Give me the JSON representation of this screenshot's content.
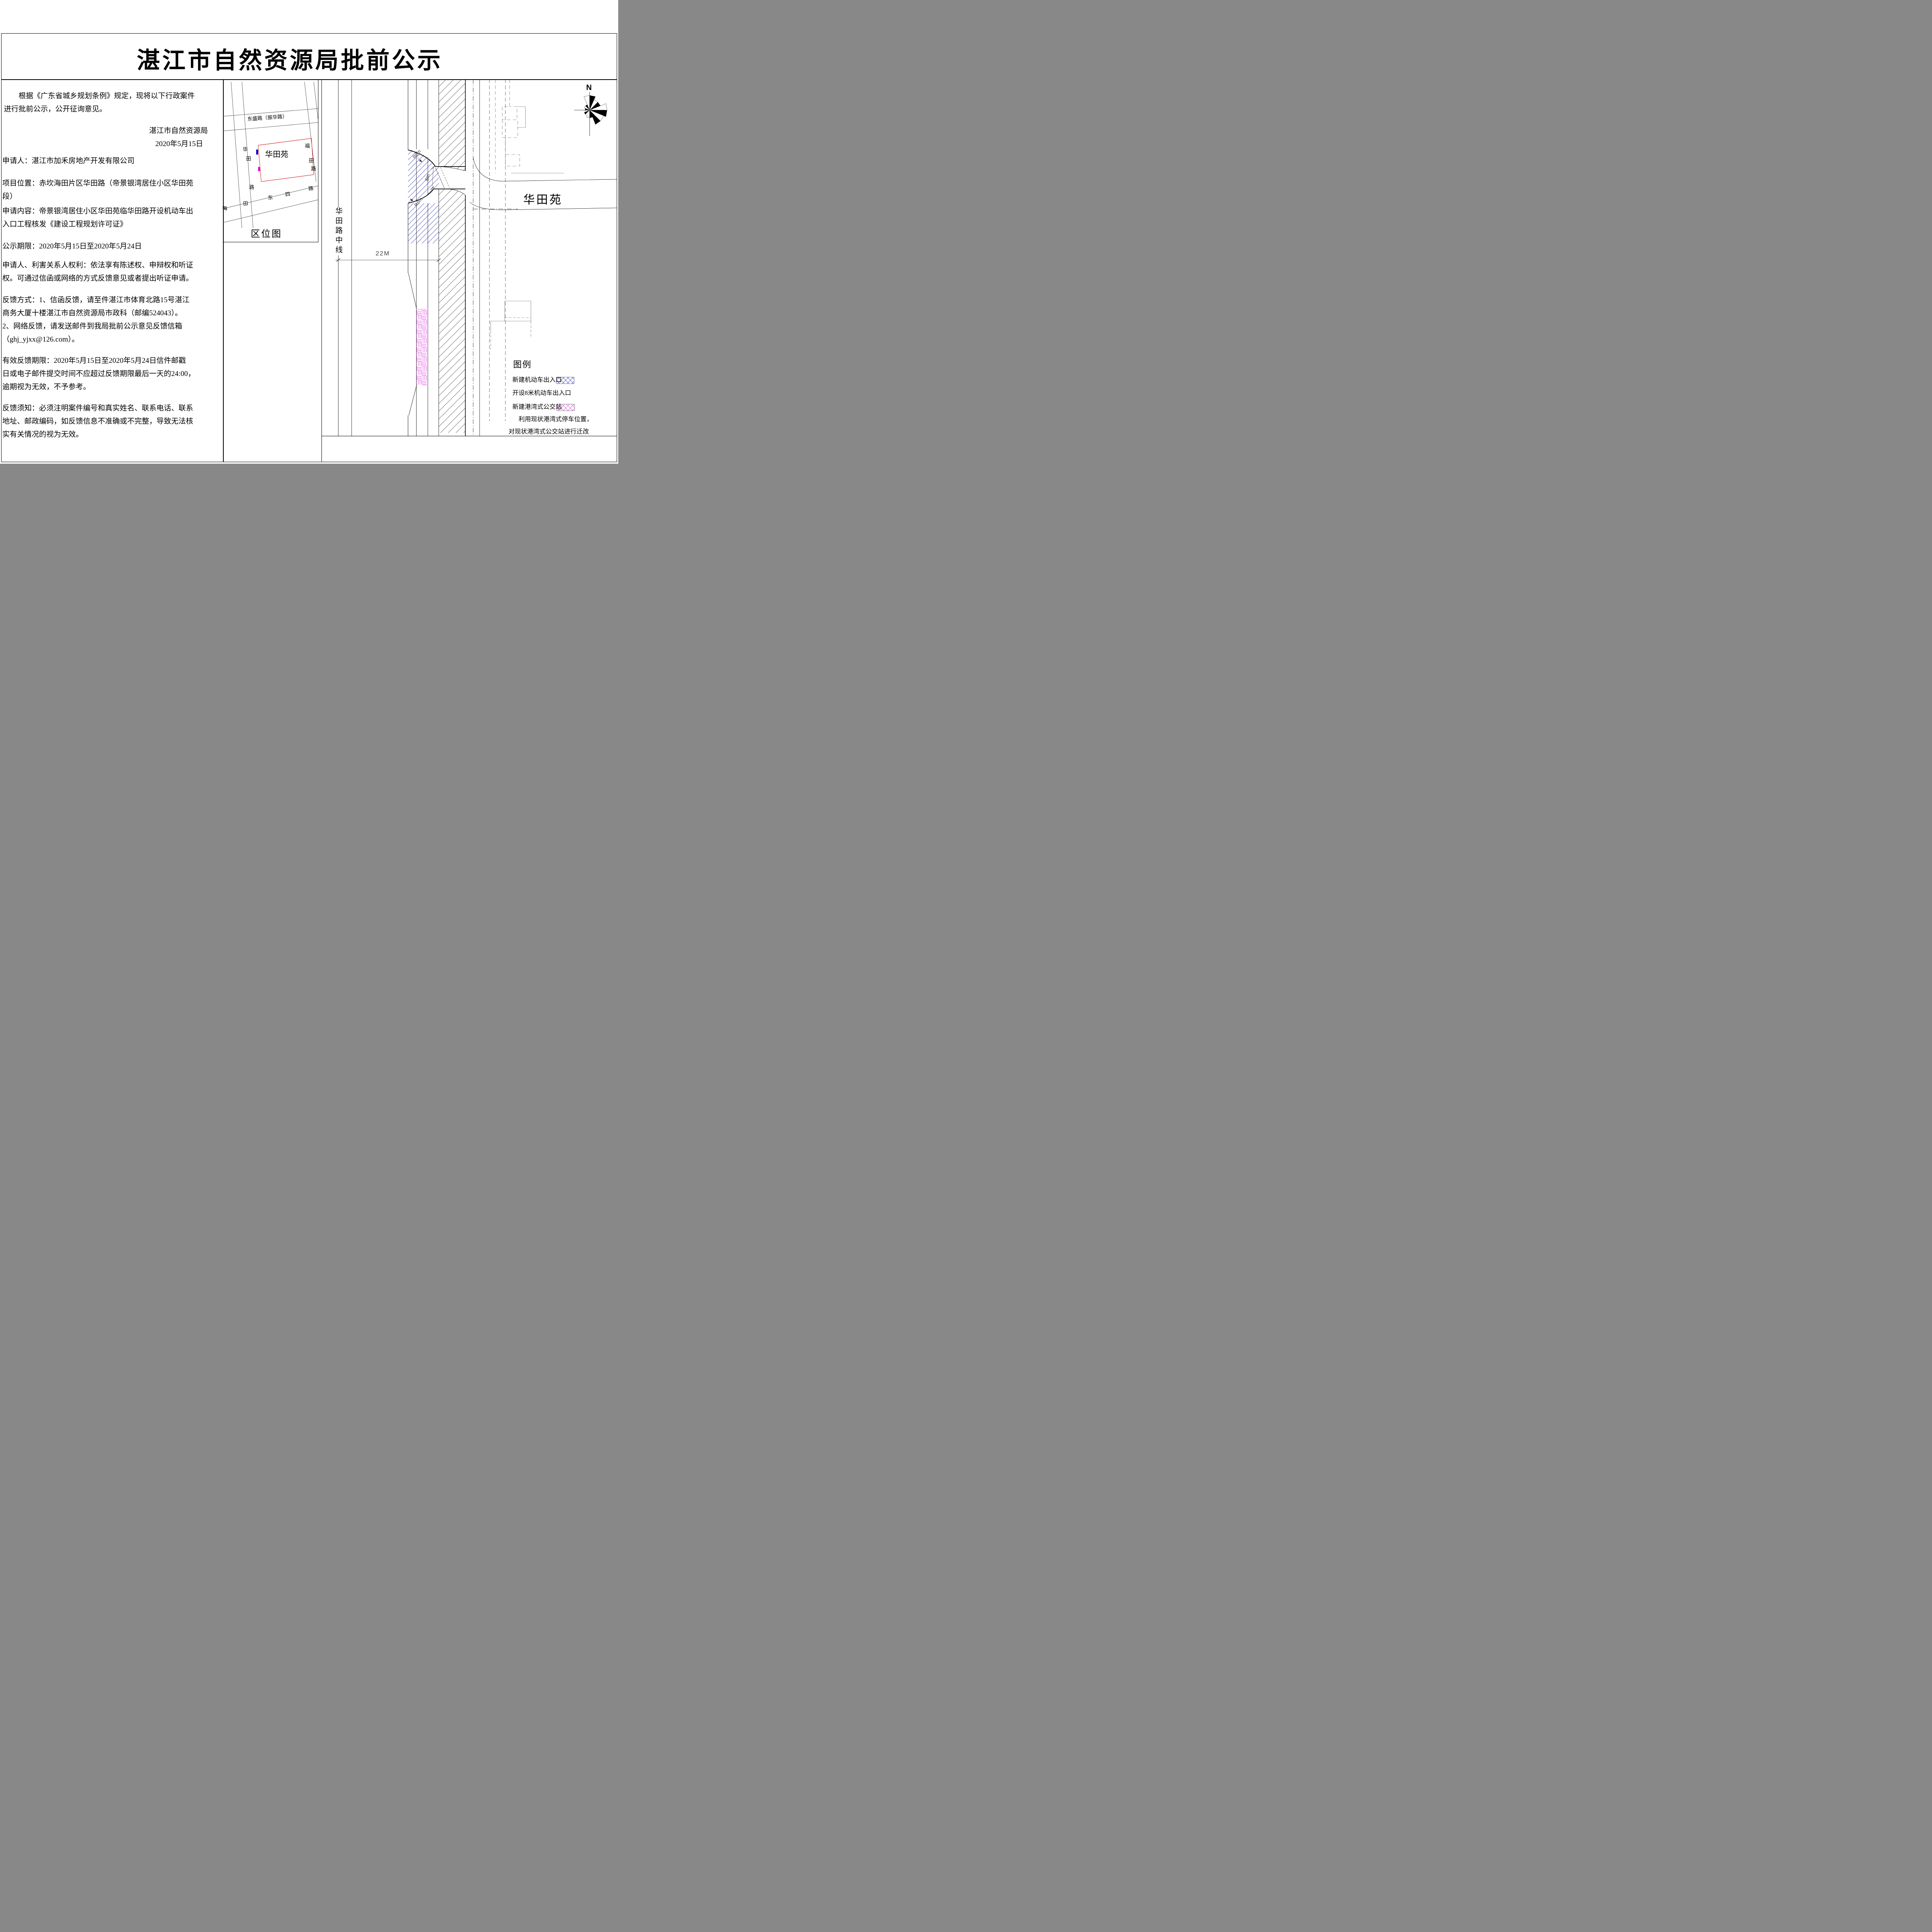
{
  "title": "湛江市自然资源局批前公示",
  "notice": {
    "intro": "根据《广东省城乡规划条例》规定，现将以下行政案件\n进行批前公示，公开征询意见。",
    "issuer": "湛江市自然资源局",
    "date": "2020年5月15日",
    "applicant": "申请人：湛江市加禾房地产开发有限公司",
    "location": "项目位置：赤坎海田片区华田路（帝景银湾居住小区华田苑\n段）",
    "content": "申请内容：帝景银湾居住小区华田苑临华田路开设机动车出\n入口工程核发《建设工程规划许可证》",
    "period": "公示期限：2020年5月15日至2020年5月24日",
    "rights": "申请人、利害关系人权利：依法享有陈述权、申辩权和听证\n权。可通过信函或网络的方式反馈意见或者提出听证申请。",
    "feedback": "反馈方式：1、信函反馈，请至件湛江市体育北路15号湛江\n商务大厦十楼湛江市自然资源局市政科（邮编524043）。\n2、网络反馈，请发送邮件到我局批前公示意见反馈信箱\n（ghj_yjxx@126.com）。",
    "valid_period": "有效反馈期限：2020年5月15日至2020年5月24日信件邮戳\n日或电子邮件提交时间不应超过反馈期限最后一天的24:00，\n逾期视为无效，不予参考。",
    "notes": "反馈须知：必须注明案件编号和真实姓名、联系电话、联系\n地址、邮政编码，如反馈信息不准确或不完整，导致无法核\n实有关情况的视为无效。"
  },
  "location_map": {
    "caption": "区位图",
    "road_dongsheng": "东盛路（振华路）",
    "road_huatian": [
      "华",
      "田",
      "路"
    ],
    "road_futian": [
      "福",
      "田",
      "路"
    ],
    "road_haitian": [
      "海",
      "田",
      "东",
      "四",
      "路"
    ],
    "estate": "华田苑"
  },
  "site_plan": {
    "road_center_line": "华田路中线",
    "dim_width": "22M",
    "dim_opening": "8m",
    "radius_top": "R6m",
    "radius_bottom": "R6m",
    "estate": "华田苑",
    "north": "N"
  },
  "legend": {
    "title": "图例",
    "items": [
      "新建机动车出入口",
      "开设8米机动车出入口",
      "新建港湾式公交站",
      "利用现状港湾式停车位置，",
      "对现状港湾式公交站进行迁改"
    ]
  },
  "colors": {
    "boundary_red": "#cc0000",
    "marker_blue": "#0000cc",
    "marker_magenta": "#dd00dd",
    "hatch_blue": "#4040c0",
    "hatch_magenta": "#e040e0",
    "line_black": "#000000"
  }
}
